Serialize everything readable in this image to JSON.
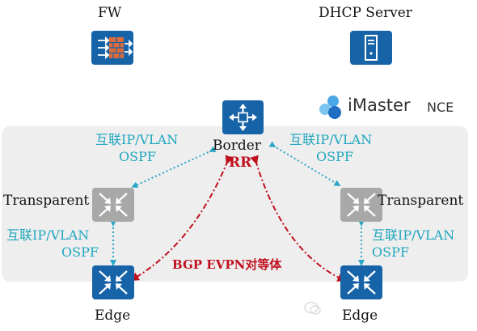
{
  "nodes": {
    "fw": "FW",
    "dhcp": "DHCP Server",
    "border": "Border",
    "rr": "RR",
    "transparent_left": "Transparent",
    "transparent_right": "Transparent",
    "edge_left": "Edge",
    "edge_right": "Edge"
  },
  "links": {
    "interconnect_ip_vlan": "互联IP/VLAN",
    "ospf": "OSPF"
  },
  "overlay": {
    "bgp_label": "BGP EVPN对等体"
  },
  "logo": {
    "brand": "iMaster",
    "product": "NCE"
  },
  "colors": {
    "panel": "#eeeeee",
    "device_blue": "#1763a8",
    "device_gray": "#a8a8a8",
    "underlay_link": "#2ba6c8",
    "bgp_link": "#c0111f",
    "firewall_brick": "#e06b3a"
  }
}
